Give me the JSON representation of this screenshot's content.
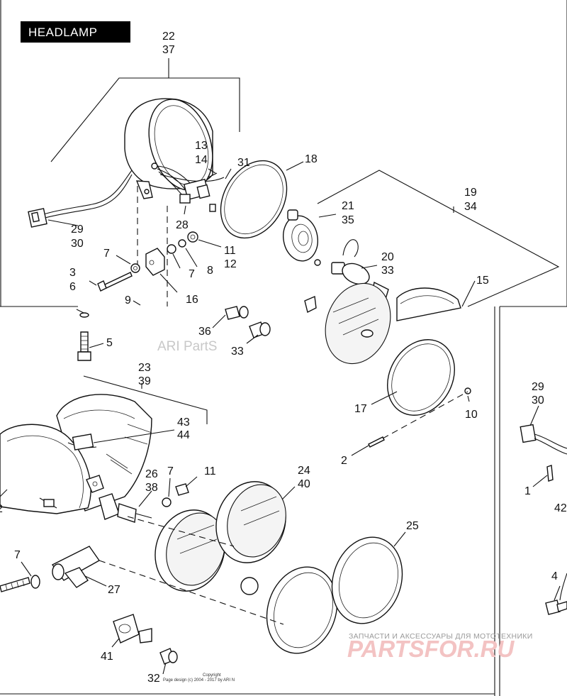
{
  "title": "HEADLAMP",
  "watermark": "ARI PartS",
  "footer_ru": "ЗАПЧАСТИ И АКСЕССУАРЫ ДЛЯ МОТОТЕХНИКИ",
  "logo": "PARTSFOR.RU",
  "copyright_line1": "Copyright",
  "copyright_line2": "Page design (c) 2004 - 2017 by ARI N",
  "labels": {
    "l22": "22",
    "l37": "37",
    "l13": "13",
    "l14": "14",
    "l31": "31",
    "l18": "18",
    "l19": "19",
    "l34": "34",
    "l21": "21",
    "l35": "35",
    "l29": "29",
    "l30": "30",
    "l28": "28",
    "l7a": "7",
    "l11a": "11",
    "l12": "12",
    "l7b": "7",
    "l8": "8",
    "l3": "3",
    "l6": "6",
    "l16": "16",
    "l9": "9",
    "l20": "20",
    "l33a": "33",
    "l15": "15",
    "l36": "36",
    "l33b": "33",
    "l5": "5",
    "l23": "23",
    "l39": "39",
    "l43": "43",
    "l44": "44",
    "l17": "17",
    "l10": "10",
    "l2": "2",
    "l26": "26",
    "l38": "38",
    "l7c": "7",
    "l11b": "11",
    "l24": "24",
    "l40": "40",
    "l42a": "2",
    "l25": "25",
    "l7d": "7",
    "l27": "27",
    "l41": "41",
    "l32": "32",
    "r29": "29",
    "r30": "30",
    "r1": "1",
    "r42": "42",
    "r4": "4"
  }
}
